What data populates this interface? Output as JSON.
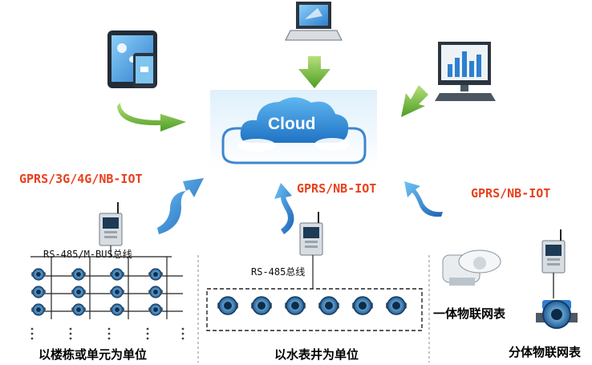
{
  "cloud": {
    "label": "Cloud"
  },
  "links": {
    "left_protocol": "GPRS/3G/4G/NB-IOT",
    "center_protocol": "GPRS/NB-IOT",
    "right_protocol": "GPRS/NB-IOT"
  },
  "buses": {
    "left_bus": "RS-485/M-BUS总线",
    "center_bus": "RS-485总线"
  },
  "groups": {
    "left_group": "以楼栋或单元为单位",
    "center_group": "以水表井为单位",
    "right_group": "分体物联网表"
  },
  "meters": {
    "integrated_label": "一体物联网表"
  },
  "colors": {
    "protocol_text": "#e8401c",
    "arrow_green": "#7ac142",
    "arrow_blue": "#2f7ecf",
    "cloud_blue": "#2e8fd8"
  }
}
